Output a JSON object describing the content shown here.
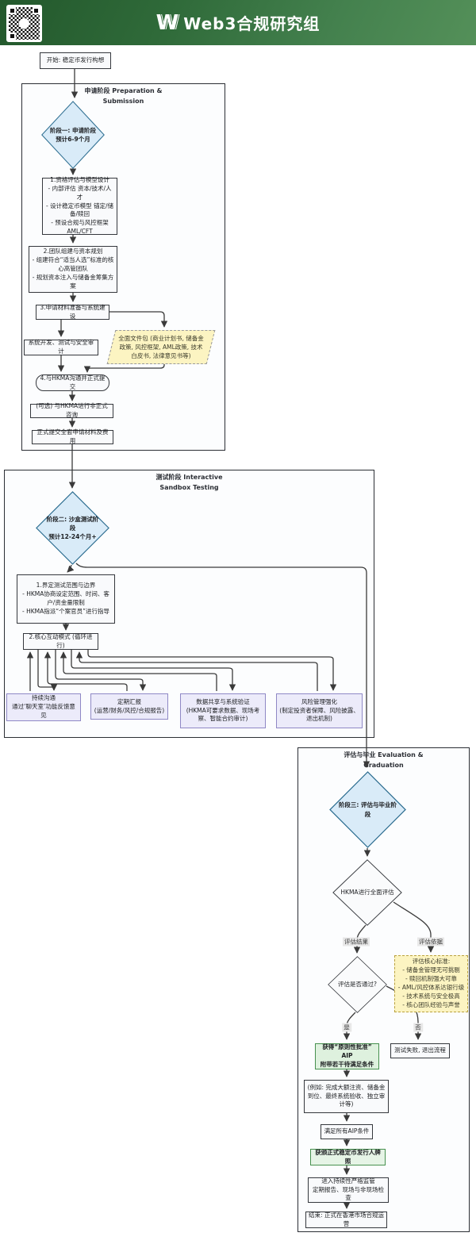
{
  "header": {
    "title": "Web3合规研究组",
    "logo": "W"
  },
  "fc": {
    "subgraphs": {
      "sg1": "申请阶段 Preparation &\nSubmission",
      "sg2": "测试阶段 Interactive\nSandbox Testing",
      "sg3": "评估与毕业 Evaluation &\nGraduation"
    },
    "nodes": {
      "start": "开始: 稳定币发行构想",
      "d1": "阶段一: 申请阶段\n预计6-9个月",
      "n1": "1.资格评估与模型设计\n- 内部评估 资本/技术/人才\n- 设计稳定币模型 锚定/储备/赎回\n- 预设合规与风控框架 AML/CFT",
      "n2": "2.团队组建与资本规划\n- 组建符合“适当人选”标准的核心高管团队\n- 规划资本注入与储备金筹集方案",
      "n3": "3.申请材料准备与系统建设",
      "sysdev": "系统开发、测试与安全审计",
      "docpkg": "全面文件包 (商业计划书, 储备金政策, 风控框架, AML政策, 技术白皮书, 法律意见书等)",
      "submit_comm": "4.与HKMA沟通并正式提交",
      "optional": "(可选) 与HKMA进行非正式咨询",
      "formal_submit": "正式提交全套申请材料及费用",
      "d2": "阶段二: 沙盒测试阶段\n预计12-24个月+",
      "scope": "1.界定测试范围与边界\n- HKMA协商设定范围、时间、客户/资金量限制\n- HKMA指派“个案官员”进行指导",
      "interact": "2.核心互动模式 (循环进行)",
      "b1": "持续沟通\n通过‘聊天室’功能反馈意见",
      "b2": "定期汇报\n(运营/财务/风控/合规报告)",
      "b3": "数据共享与系统验证\n(HKMA可要求数据、现场考察、智能合约审计)",
      "b4": "风险管理强化\n(制定投资者保障、风险披露、退出机制)",
      "d3": "阶段三: 评估与毕业阶段",
      "d4": "HKMA进行全面评估",
      "d5": "评估是否通过?",
      "criteria": "评估核心标准:\n- 储备金管理无可挑剔\n- 赎回机制强大可靠\n- AML/风控体系达银行级\n- 技术系统与安全极高\n- 核心团队经验与声誉",
      "aip": "获得“原则性批准” AIP\n附带若干待满足条件",
      "fail": "测试失败, 退出流程",
      "conditions": "(例如: 完成大额注资、储备金到位、最终系统验收、独立审计等)",
      "meet_aip": "满足所有AIP条件",
      "license": "获颁正式稳定币发行人牌照",
      "supervision": "进入持续性严格监管\n定期报告、现场与非现场检查",
      "end": "结束: 正式在香港市场合规运营"
    },
    "edge_labels": {
      "result": "评估结果",
      "basis": "评估依据",
      "yes": "是",
      "no": "否"
    },
    "colors": {
      "phase_fill": "#d9ebf8",
      "phase_border": "#2f6f92",
      "loop_fill": "#ecebfa",
      "loop_border": "#8f88c5",
      "approval_fill": "#def1de",
      "approval_border": "#47914f",
      "note_fill": "#fcf4c2",
      "header_green": "#2f6a39"
    }
  }
}
